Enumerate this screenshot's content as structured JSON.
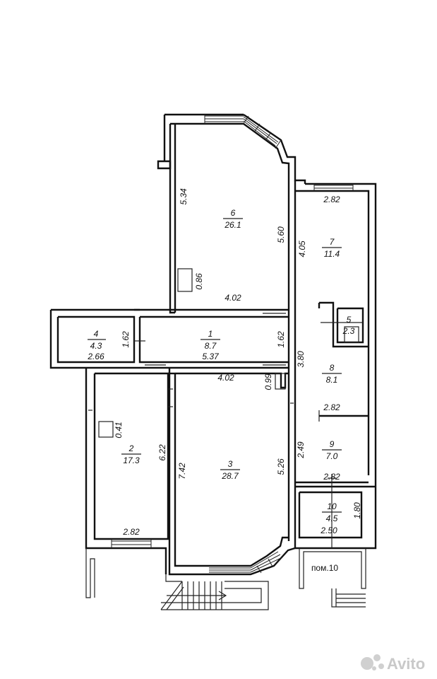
{
  "rooms": [
    {
      "id": "r1",
      "number": "1",
      "area": "8.7"
    },
    {
      "id": "r2",
      "number": "2",
      "area": "17.3"
    },
    {
      "id": "r3",
      "number": "3",
      "area": "28.7"
    },
    {
      "id": "r4",
      "number": "4",
      "area": "4.3"
    },
    {
      "id": "r5",
      "number": "5",
      "area": "2.3"
    },
    {
      "id": "r6",
      "number": "6",
      "area": "26.1"
    },
    {
      "id": "r7",
      "number": "7",
      "area": "11.4"
    },
    {
      "id": "r8",
      "number": "8",
      "area": "8.1"
    },
    {
      "id": "r9",
      "number": "9",
      "area": "7.0"
    },
    {
      "id": "r10",
      "number": "10",
      "area": "4.5"
    }
  ],
  "dimensions": {
    "d_534": "5.34",
    "d_560": "5.60",
    "d_086": "0.86",
    "d_402_top": "4.02",
    "d_282_r7": "2.82",
    "d_405": "4.05",
    "d_162_left": "1.62",
    "d_266": "2.66",
    "d_537": "5.37",
    "d_162_right": "1.62",
    "d_402_r3": "4.02",
    "d_099": "0.99",
    "d_380": "3.80",
    "d_282_r8": "2.82",
    "d_041": "0.41",
    "d_622": "6.22",
    "d_742": "7.42",
    "d_526": "5.26",
    "d_249": "2.49",
    "d_282_r9": "2.82",
    "d_180": "1.80",
    "d_250": "2.50",
    "d_282_r2": "2.82"
  },
  "labels": {
    "pom10": "пом.10"
  },
  "watermark": {
    "text": "Avito"
  }
}
